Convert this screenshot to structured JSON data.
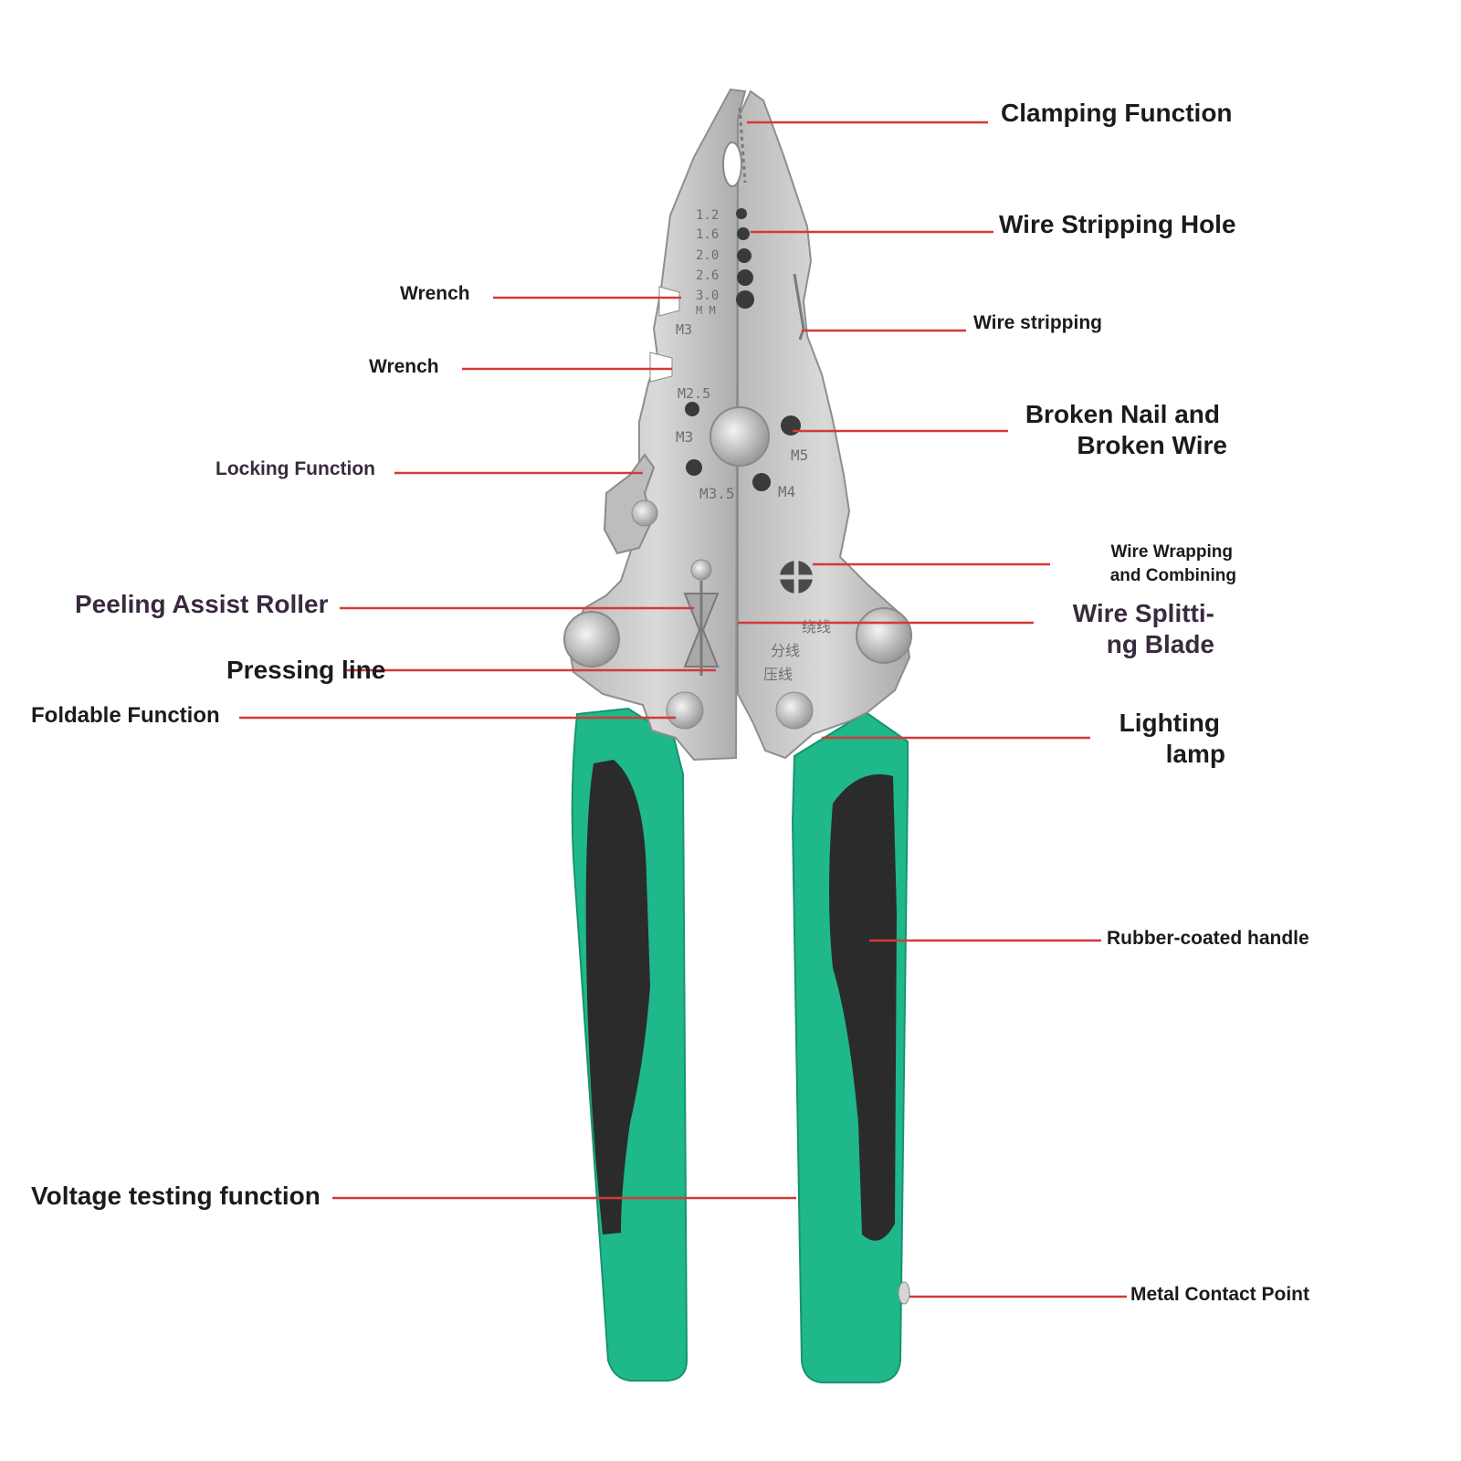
{
  "colors": {
    "leader": "#d23a3a",
    "metal": "#c9c9c9",
    "handle_green": "#1fb88a",
    "handle_black": "#2b2b2b"
  },
  "labels": {
    "clamping": "Clamping Function",
    "wire_stripping_hole": "Wire Stripping Hole",
    "wrench_1": "Wrench",
    "wire_stripping": "Wire stripping",
    "wrench_2": "Wrench",
    "broken_nail_1": "Broken Nail and",
    "broken_nail_2": "Broken Wire",
    "locking": "Locking Function",
    "wire_wrapping_1": "Wire Wrapping",
    "wire_wrapping_2": "and Combining",
    "peeling": "Peeling Assist Roller",
    "splitting_1": "Wire Splitti-",
    "splitting_2": "ng Blade",
    "pressing": "Pressing line",
    "foldable": "Foldable Function",
    "lighting_1": "Lighting",
    "lighting_2": "lamp",
    "rubber": "Rubber-coated handle",
    "voltage": "Voltage testing function",
    "metal_contact": "Metal Contact Point"
  },
  "tool_marks": {
    "gauge": [
      "1.2",
      "1.6",
      "2.0",
      "2.6",
      "3.0"
    ],
    "mm": "M M",
    "m3_top": "M3",
    "m25": "M2.5",
    "m3": "M3",
    "m5": "M5",
    "m35": "M3.5",
    "m4": "M4",
    "cn_wrap": "绕线",
    "cn_split": "分线",
    "cn_press": "压线"
  }
}
